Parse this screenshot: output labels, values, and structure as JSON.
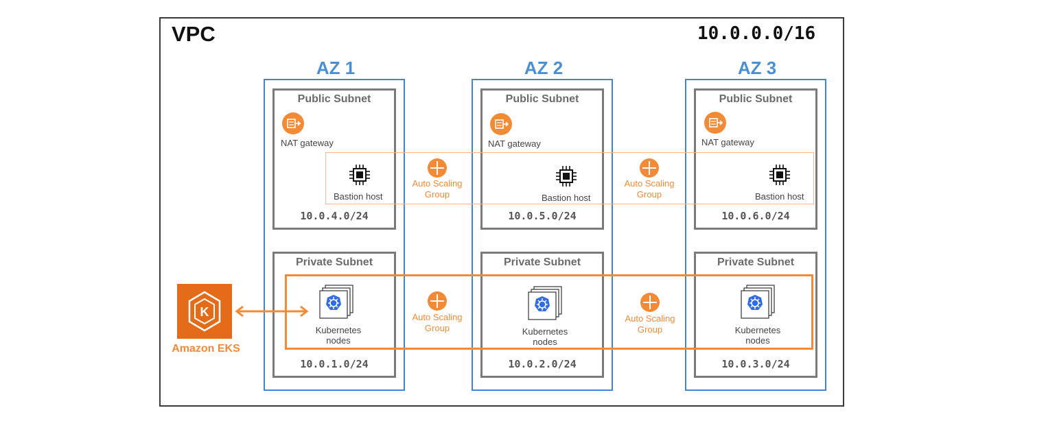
{
  "vpc": {
    "label": "VPC",
    "cidr": "10.0.0.0/16"
  },
  "azs": [
    {
      "label": "AZ 1",
      "public_subnet": {
        "title": "Public Subnet",
        "cidr": "10.0.4.0/24"
      },
      "private_subnet": {
        "title": "Private Subnet",
        "cidr": "10.0.1.0/24"
      }
    },
    {
      "label": "AZ 2",
      "public_subnet": {
        "title": "Public Subnet",
        "cidr": "10.0.5.0/24"
      },
      "private_subnet": {
        "title": "Private Subnet",
        "cidr": "10.0.2.0/24"
      }
    },
    {
      "label": "AZ 3",
      "public_subnet": {
        "title": "Public Subnet",
        "cidr": "10.0.6.0/24"
      },
      "private_subnet": {
        "title": "Private Subnet",
        "cidr": "10.0.3.0/24"
      }
    }
  ],
  "labels": {
    "nat_gateway": "NAT gateway",
    "bastion_host": "Bastion host",
    "asg_line1": "Auto Scaling",
    "asg_line2": "Group",
    "k8s_line1": "Kubernetes",
    "k8s_line2": "nodes",
    "eks": "Amazon EKS"
  },
  "icons": {
    "nat": "nat-gateway-icon",
    "bastion": "chip-icon",
    "asg": "auto-scaling-icon",
    "k8s": "kubernetes-nodes-icon",
    "eks": "amazon-eks-icon"
  },
  "colors": {
    "az_blue": "#3f86cf",
    "aws_orange": "#f28a36",
    "subnet_gray": "#7a7a7a",
    "k8s_blue": "#326ce5"
  }
}
